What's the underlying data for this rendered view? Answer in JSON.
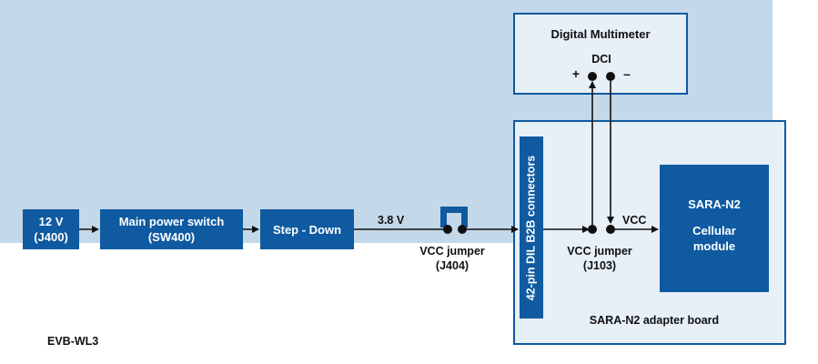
{
  "evb_label": "EVB-WL3",
  "blocks": {
    "input_12v": {
      "line1": "12 V",
      "line2": "(J400)"
    },
    "main_switch": {
      "line1": "Main power switch",
      "line2": "(SW400)"
    },
    "step_down": {
      "line1": "Step - Down"
    },
    "connector": {
      "label": "42-pin DIL B2B connectors"
    },
    "sara_module": {
      "line1": "SARA-N2",
      "line2": "Cellular",
      "line3": "module"
    }
  },
  "labels": {
    "voltage": "3.8 V",
    "vcc_jumper_j404": {
      "line1": "VCC jumper",
      "line2": "(J404)"
    },
    "vcc_jumper_j103": {
      "line1": "VCC jumper",
      "line2": "(J103)"
    },
    "vcc": "VCC",
    "adapter_board": "SARA-N2 adapter board"
  },
  "multimeter": {
    "title": "Digital Multimeter",
    "dci": "DCI",
    "plus": "+",
    "minus": "–"
  },
  "colors": {
    "block": "#0f5aa0",
    "board_bg": "#c3d8e9",
    "panel_bg": "#e7eff7",
    "wire": "#111111"
  }
}
